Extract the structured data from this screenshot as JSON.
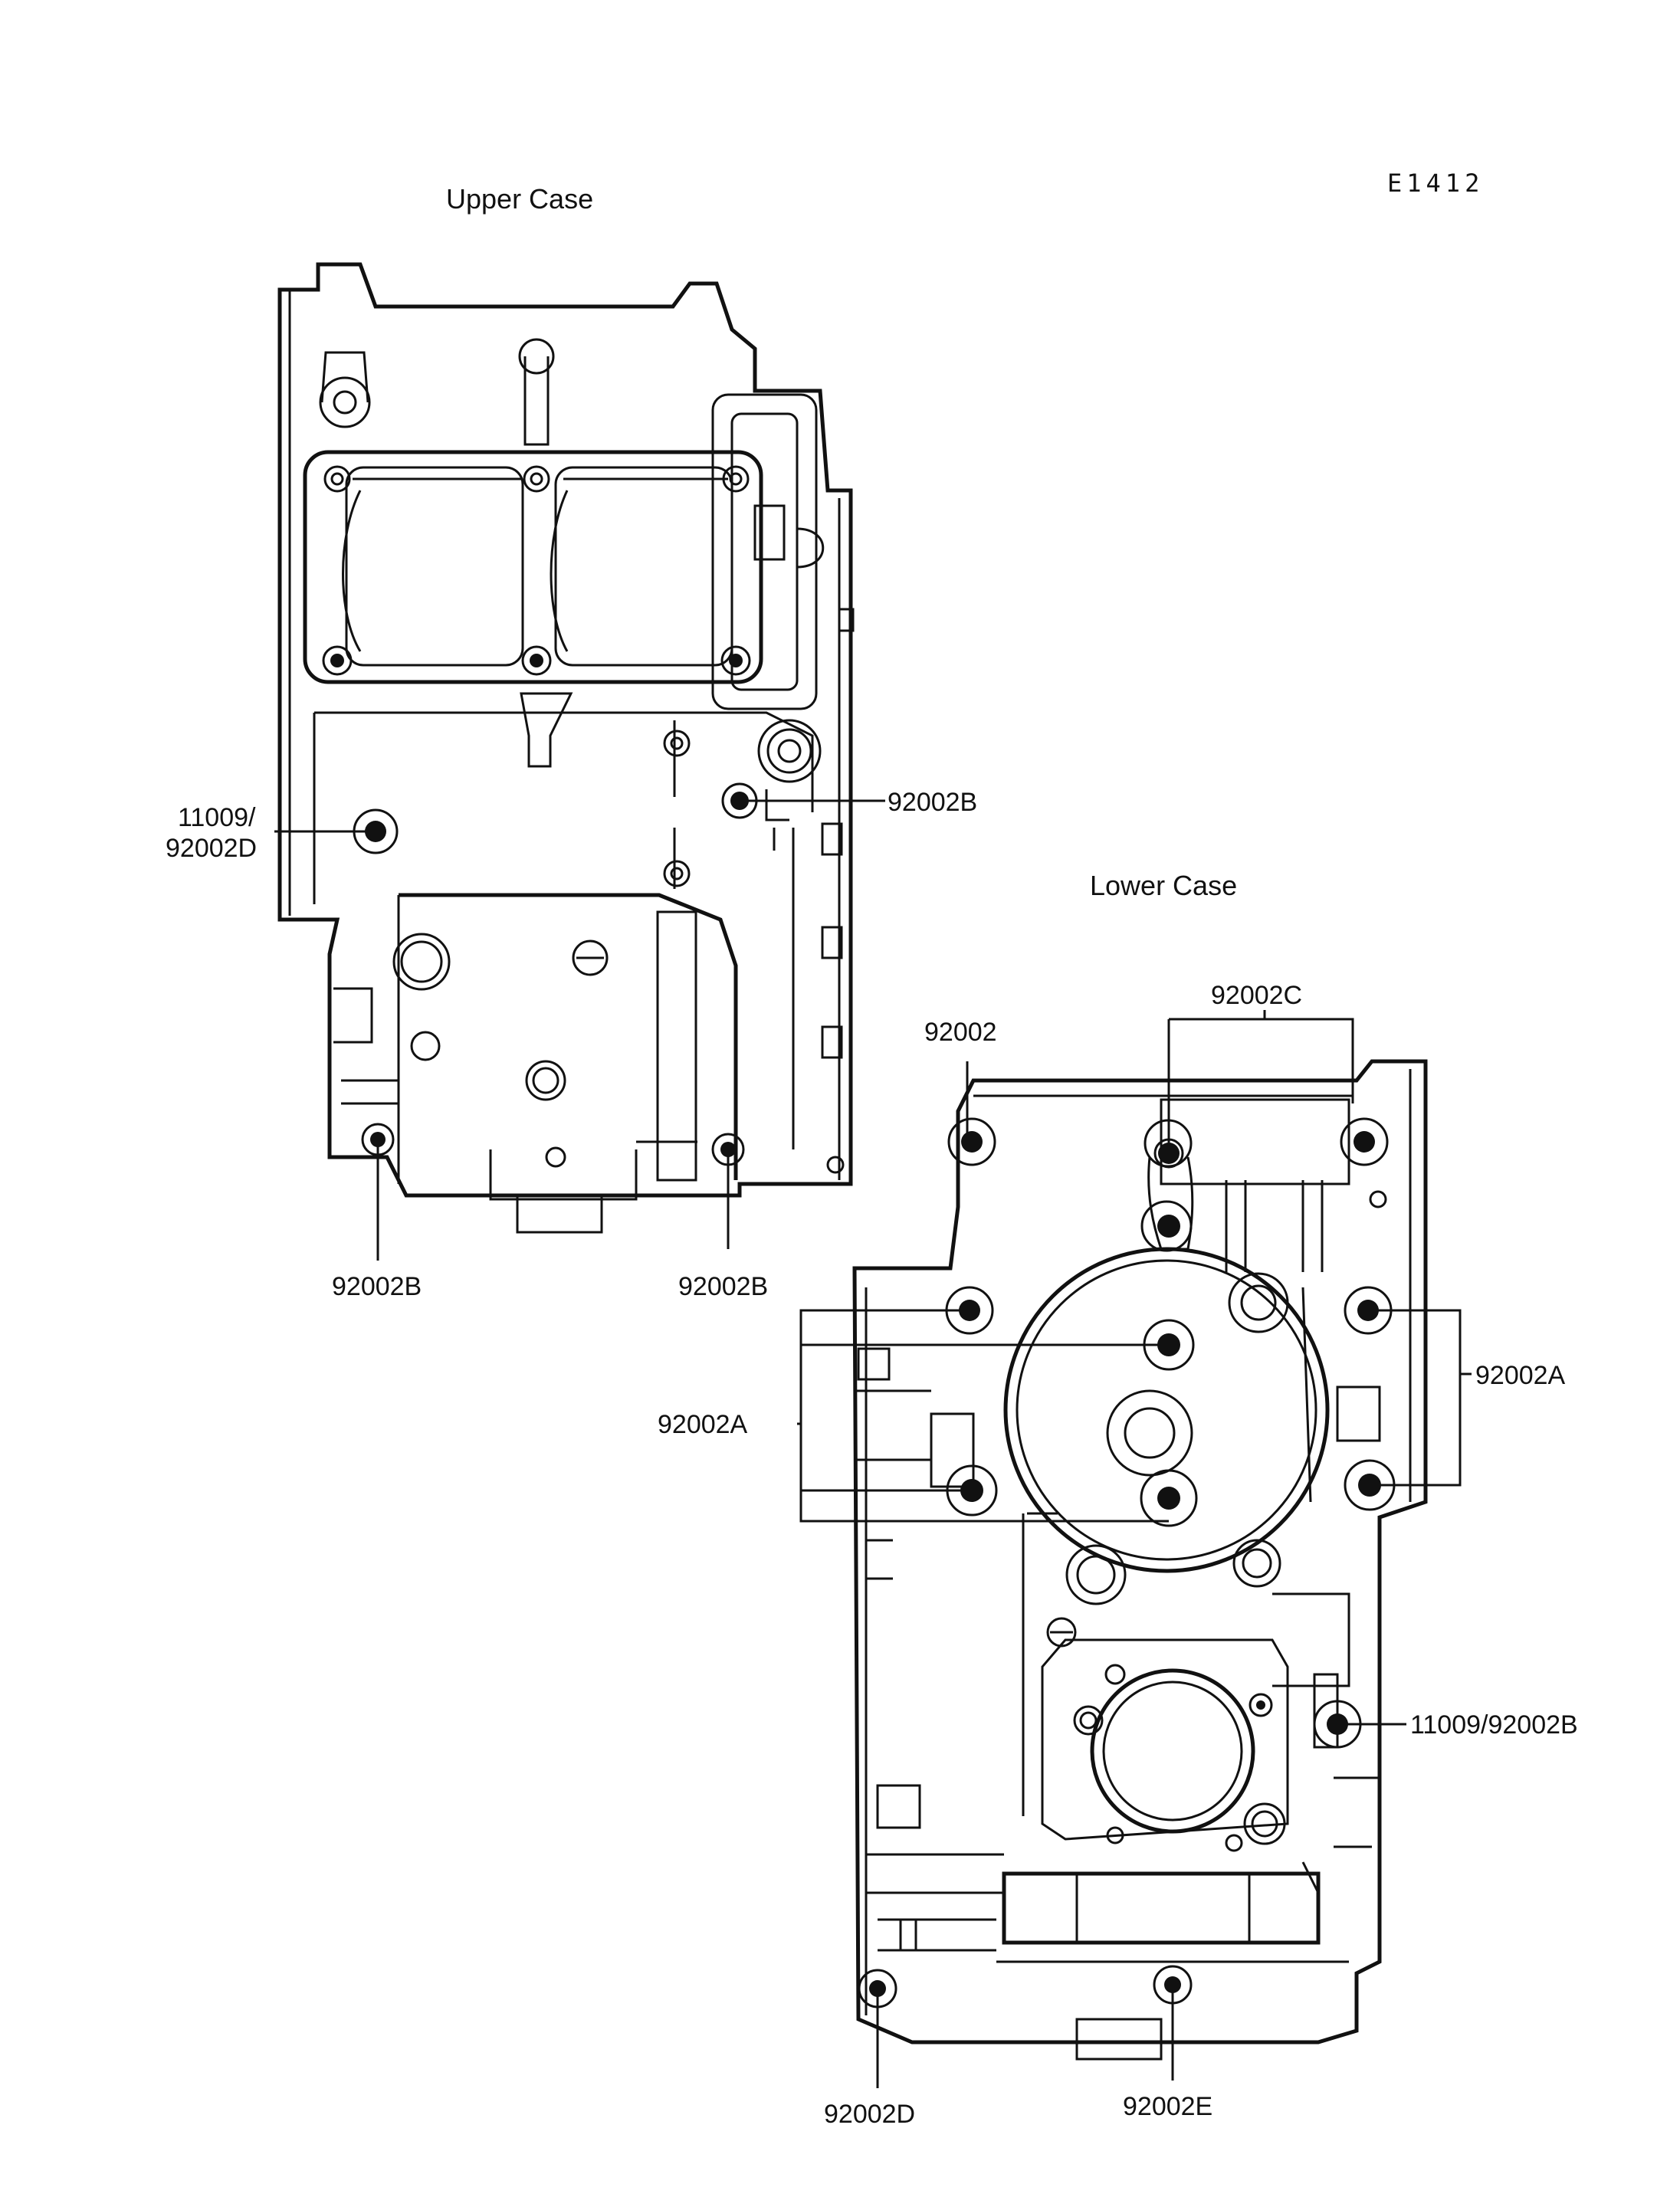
{
  "diagram_code": "E1412",
  "upper_case": {
    "title": "Upper Case",
    "labels": {
      "left_top": "11009/",
      "left_bottom": "92002D",
      "right_mid": "92002B",
      "bottom_left": "92002B",
      "bottom_right": "92002B"
    }
  },
  "lower_case": {
    "title": "Lower Case",
    "labels": {
      "top_left": "92002",
      "top_center": "92002C",
      "right_upper": "92002A",
      "left_mid": "92002A",
      "right_lower": "11009/92002B",
      "bottom_left": "92002D",
      "bottom_right": "92002E"
    }
  }
}
